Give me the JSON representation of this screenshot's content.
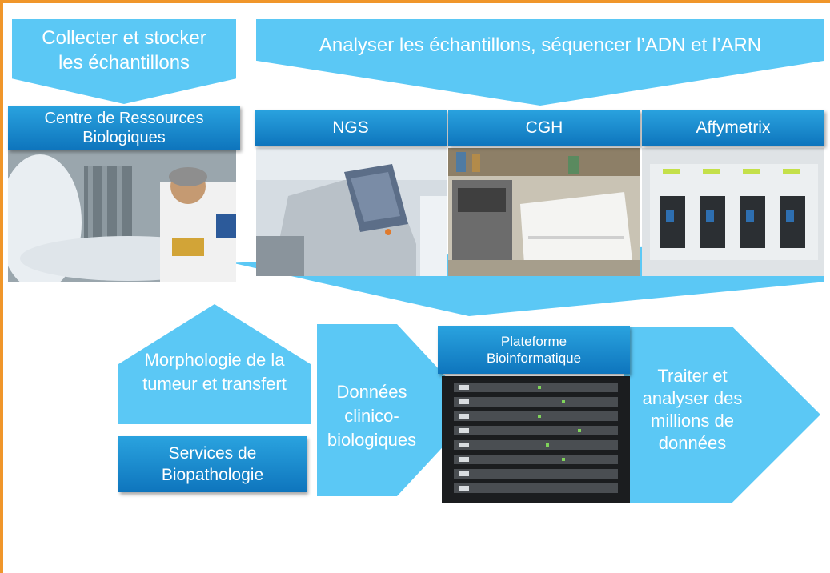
{
  "diagram": {
    "collect_text": "Collecter et stocker les échantillons",
    "analyze_text": "Analyser les échantillons, séquencer l’ADN et l’ARN",
    "crb_label": "Centre de Ressources Biologiques",
    "ngs_label": "NGS",
    "cgh_label": "CGH",
    "affymetrix_label": "Affymetrix",
    "morphology_text": "Morphologie de la tumeur et transfert",
    "biopath_label": "Services de Biopathologie",
    "clinical_text": "Données clinico-biologiques",
    "platform_label": "Plateforme Bioinformatique",
    "process_text": "Traiter et analyser des millions de données"
  },
  "colors": {
    "frame": "#f0962a",
    "arrow": "#5bc8f5",
    "label_box": "#1a8ed4"
  }
}
